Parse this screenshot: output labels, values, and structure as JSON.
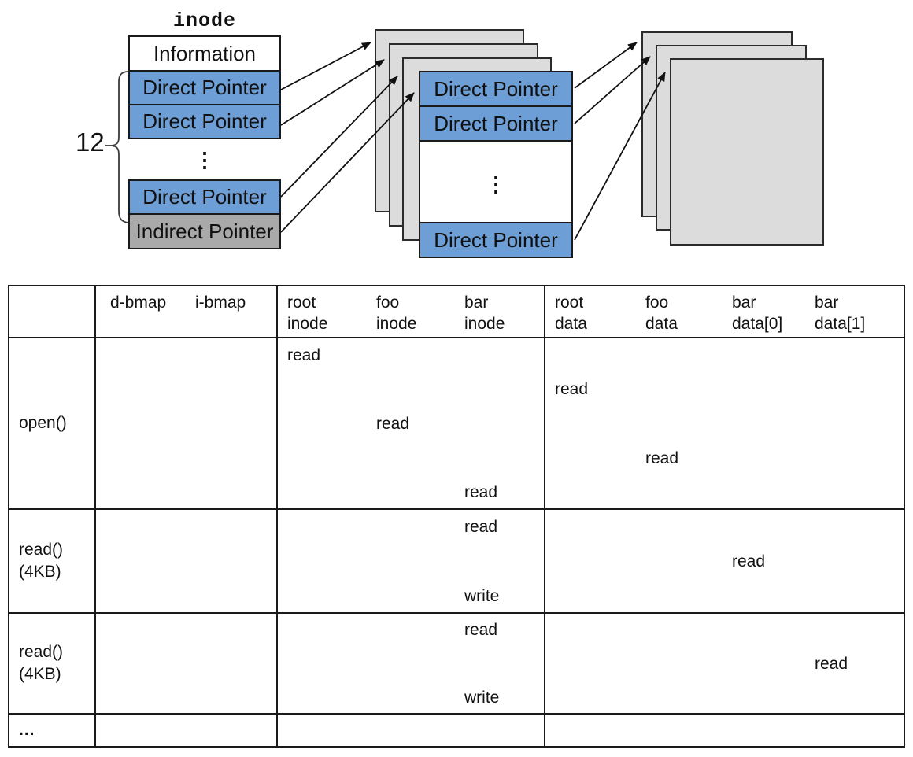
{
  "diagram": {
    "title": "inode",
    "direct_count_label": "12",
    "ellipsis": "⋮",
    "inode_rows": [
      "Information",
      "Direct Pointer",
      "Direct Pointer",
      "Direct Pointer",
      "Indirect Pointer"
    ],
    "indirect_block_rows": [
      "Direct Pointer",
      "Direct Pointer",
      "Direct Pointer"
    ],
    "colors": {
      "pointer_blue": "#6D9ED6",
      "indirect_gray": "#A9A9A9",
      "page_gray": "#DCDCDC",
      "line_black": "#111111"
    }
  },
  "table": {
    "corner": "",
    "bitmap_headers": [
      "d-bmap",
      "i-bmap"
    ],
    "inode_headers": [
      "root\ninode",
      "foo\ninode",
      "bar\ninode"
    ],
    "data_headers": [
      "root\ndata",
      "foo\ndata",
      "bar\ndata[0]",
      "bar\ndata[1]"
    ],
    "targets_inode": [
      "root inode",
      "foo inode",
      "bar inode"
    ],
    "targets_data": [
      "root data",
      "foo data",
      "bar data[0]",
      "bar data[1]"
    ],
    "rows": [
      {
        "label": "open()",
        "ops": [
          {
            "target": "root inode",
            "op": "read"
          },
          {
            "target": "root data",
            "op": "read"
          },
          {
            "target": "foo inode",
            "op": "read"
          },
          {
            "target": "foo data",
            "op": "read"
          },
          {
            "target": "bar inode",
            "op": "read"
          }
        ]
      },
      {
        "label": "read()\n(4KB)",
        "ops": [
          {
            "target": "bar inode",
            "op": "read"
          },
          {
            "target": "bar data[0]",
            "op": "read"
          },
          {
            "target": "bar inode",
            "op": "write"
          }
        ]
      },
      {
        "label": "read()\n(4KB)",
        "ops": [
          {
            "target": "bar inode",
            "op": "read"
          },
          {
            "target": "bar data[1]",
            "op": "read"
          },
          {
            "target": "bar inode",
            "op": "write"
          }
        ]
      },
      {
        "label": "...",
        "ops": []
      }
    ]
  }
}
